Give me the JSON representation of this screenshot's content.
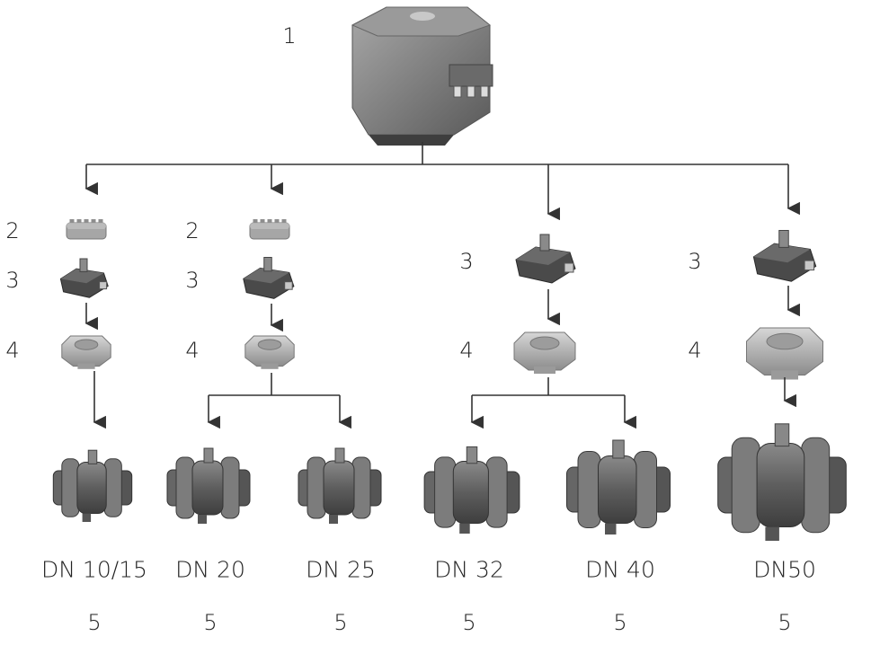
{
  "actuator": {
    "number": "1"
  },
  "columns": [
    {
      "number_labels": [
        "2",
        "3",
        "4"
      ]
    },
    {
      "number_labels": [
        "2",
        "3",
        "4"
      ]
    },
    {
      "number_labels": [
        "3",
        "4"
      ]
    },
    {
      "number_labels": [
        "3",
        "4"
      ]
    }
  ],
  "valves": [
    {
      "size": "DN 10/15",
      "number": "5"
    },
    {
      "size": "DN 20",
      "number": "5"
    },
    {
      "size": "DN 25",
      "number": "5"
    },
    {
      "size": "DN 32",
      "number": "5"
    },
    {
      "size": "DN 40",
      "number": "5"
    },
    {
      "size": "DN50",
      "number": "5"
    }
  ],
  "colors": {
    "line": "#333333",
    "part_dark": "#4a4a4a",
    "part_mid": "#7a7a7a",
    "part_light": "#b8b8b8",
    "valve_body": "#6e6e6e"
  }
}
